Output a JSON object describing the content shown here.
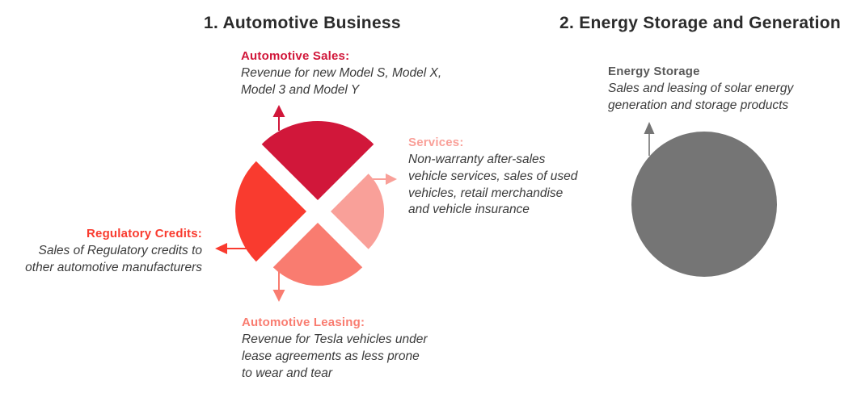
{
  "colors": {
    "crimson": "#d1173a",
    "red": "#f93b2f",
    "salmon": "#f97c70",
    "pink": "#f9a099",
    "gray_circle": "#757575",
    "gray_label": "#595959",
    "text_dark": "#3b3b3b",
    "title_dark": "#2b2b2b"
  },
  "sections": [
    {
      "title": "1. Automotive Business",
      "segments": [
        {
          "label": "Automotive Sales:",
          "description": "Revenue for new Model S, Model X,\nModel 3 and Model Y",
          "color": "#d1173a",
          "arrow": "up"
        },
        {
          "label": "Services:",
          "description": "Non-warranty after-sales\nvehicle services, sales of used\nvehicles, retail merchandise\nand vehicle insurance",
          "color": "#f9a099",
          "arrow": "right"
        },
        {
          "label": "Regulatory Credits:",
          "description": "Sales of Regulatory credits to\nother automotive manufacturers",
          "color": "#f93b2f",
          "arrow": "left"
        },
        {
          "label": "Automotive Leasing:",
          "description": "Revenue for Tesla vehicles under\nlease agreements as less prone\nto wear and tear",
          "color": "#f97c70",
          "arrow": "down"
        }
      ]
    },
    {
      "title": "2. Energy Storage and Generation",
      "segments": [
        {
          "label": "Energy Storage",
          "description": "Sales and leasing of solar energy\ngeneration and storage products",
          "color": "#595959",
          "arrow": "up"
        }
      ]
    }
  ]
}
